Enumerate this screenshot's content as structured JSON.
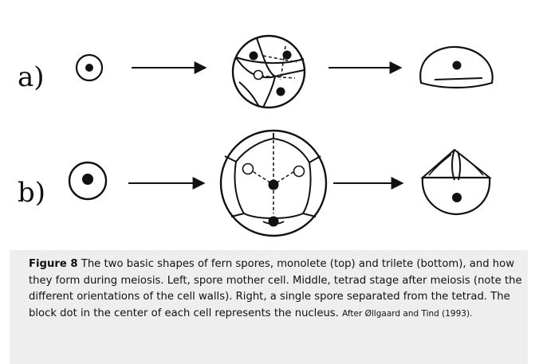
{
  "row_labels": {
    "a": "a)",
    "b": "b)"
  },
  "caption": {
    "figure_number": "Figure 8",
    "text": " The two basic shapes of fern spores, monolete (top) and trilete (bottom), and how they form during meiosis. Left, spore mother cell. Middle, tetrad stage after meiosis (note the different orientations of the cell walls). Right, a single spore separated from the tetrad. The block dot in the center of each cell represents the nucleus. ",
    "credit": "After Øllgaard and Tind (1993)."
  },
  "colors": {
    "ink": "#111111",
    "caption_background": "#eeeeee",
    "page_background": "#ffffff"
  }
}
